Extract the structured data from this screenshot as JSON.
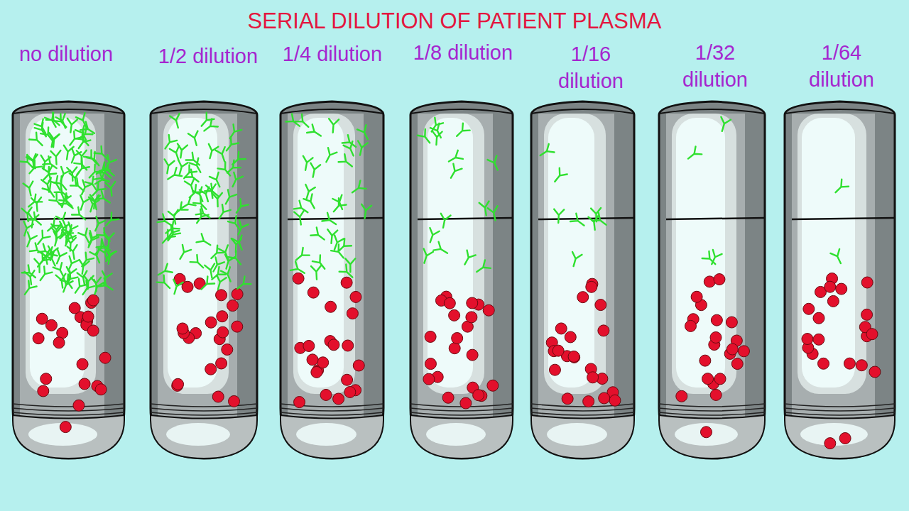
{
  "diagram": {
    "title": "SERIAL DILUTION OF PATIENT PLASMA",
    "labels": [
      "no dilution",
      "1/2 dilution",
      "1/4 dilution",
      "1/8 dilution",
      "1/16 dilution",
      "1/32 dilution",
      "1/64 dilution"
    ]
  }
}
